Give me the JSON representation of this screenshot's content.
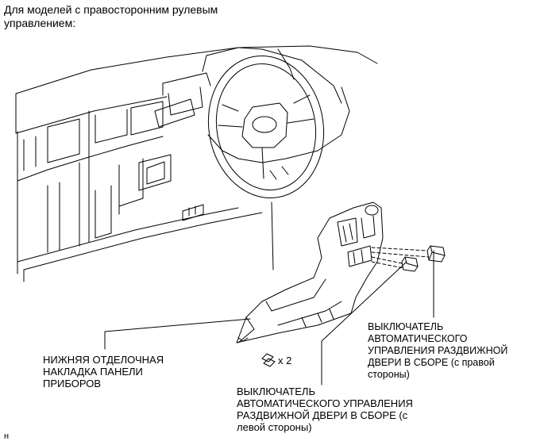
{
  "header": {
    "text": "Для моделей с правосторонним рулевым\nуправлением:"
  },
  "labels": {
    "lower_panel": "НИЖНЯЯ ОТДЕЛОЧНАЯ\nНАКЛАДКА ПАНЕЛИ\nПРИБОРОВ",
    "clip_count": "x 2",
    "switch_right": "ВЫКЛЮЧАТЕЛЬ\nАВТОМАТИЧЕСКОГО\nУПРАВЛЕНИЯ РАЗДВИЖНОЙ\nДВЕРИ В СБОРЕ (с правой\nстороны)",
    "switch_left": "ВЫКЛЮЧАТЕЛЬ\nАВТОМАТИЧЕСКОГО УПРАВЛЕНИЯ\nРАЗДВИЖНОЙ ДВЕРИ В СБОРЕ (с\nлевой стороны)",
    "corner_mark": "н"
  }
}
